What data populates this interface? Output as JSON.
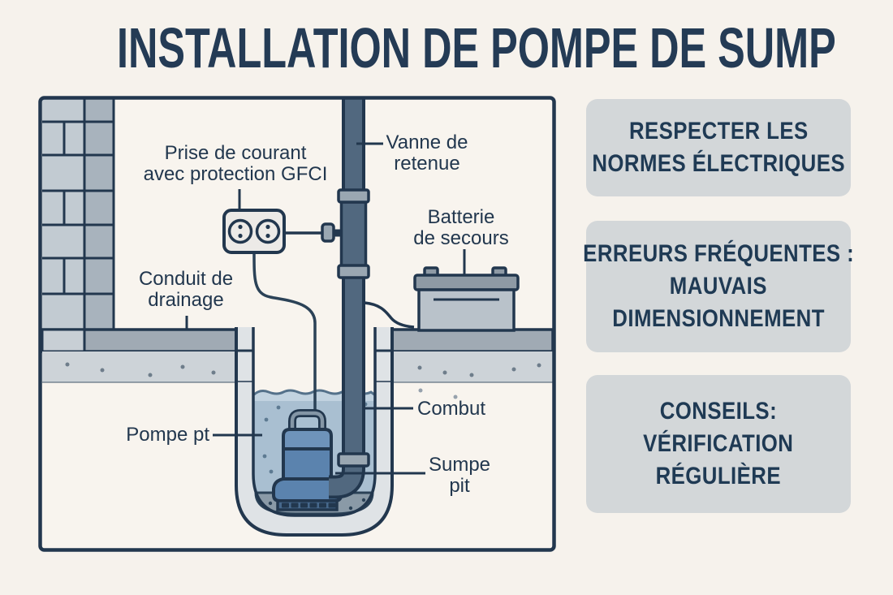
{
  "title": "INSTALLATION DE POMPE DE SUMP",
  "diagram": {
    "labels": {
      "outlet": {
        "line1": "Prise de courant",
        "line2": "avec protection GFCI"
      },
      "check_valve": {
        "line1": "Vanne de",
        "line2": "retenue"
      },
      "battery": {
        "line1": "Batterie",
        "line2": "de secours"
      },
      "drainage_conduit": {
        "line1": "Conduit de",
        "line2": "drainage"
      },
      "pump": {
        "line1": "Pompe pt"
      },
      "water": {
        "line1": "Combut"
      },
      "sump_pit": {
        "line1": "Sumpe",
        "line2": "pit"
      }
    }
  },
  "sidebar": {
    "boxes": [
      {
        "lines": [
          "RESPECTER LES",
          "NORMES ÉLECTRIQUES"
        ]
      },
      {
        "lines": [
          "ERREURS FRÉQUENTES :",
          "MAUVAIS",
          "DIMENSIONNEMENT"
        ]
      },
      {
        "lines": [
          "CONSEILS:",
          "VÉRIFICATION",
          "RÉGULIÈRE"
        ]
      }
    ]
  },
  "colors": {
    "background": "#f6f2ec",
    "ink_navy": "#22374e",
    "panel_gray": "#d3d7d9",
    "pump_blue": "#5b83ae",
    "pipe_slate": "#51687f",
    "water_blue": "#a9bfd1",
    "pit_wall_gray": "#dfe3e6",
    "brick_light": "#c2cbd2",
    "brick_dark": "#a8b3bd"
  }
}
